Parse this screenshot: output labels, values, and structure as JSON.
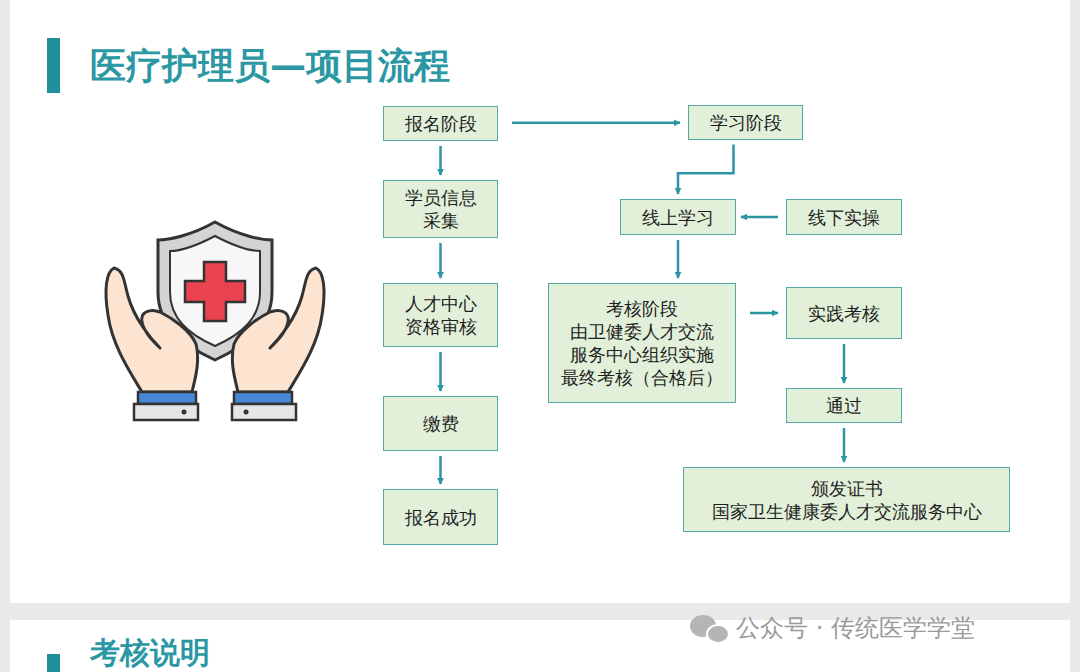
{
  "diagram": {
    "title": "医疗护理员—项目流程",
    "nodes": [
      {
        "text": [
          "报名阶段"
        ]
      },
      {
        "text": [
          "学习阶段"
        ]
      },
      {
        "text": [
          "学员信息 采集"
        ]
      },
      {
        "text": [
          "线上学习"
        ]
      },
      {
        "text": [
          "线下实操"
        ]
      },
      {
        "text": [
          "人才中心 资格审核"
        ]
      },
      {
        "text": [
          "考核阶段",
          "由卫健委人才交流 服务中心组织实施 最终考核（合格后）"
        ]
      },
      {
        "text": [
          "实践考核"
        ]
      },
      {
        "text": [
          "缴费"
        ]
      },
      {
        "text": [
          "通过"
        ]
      },
      {
        "text": [
          "颁发证书",
          "国家卫生健康委人才交流服务中心"
        ]
      },
      {
        "text": [
          "报名成功"
        ]
      }
    ],
    "edges": [
      {
        "from": 0,
        "to": 1,
        "arrow": "to"
      },
      {
        "from": 0,
        "to": 2,
        "arrow": "to"
      },
      {
        "from": 2,
        "to": 5,
        "arrow": "to"
      },
      {
        "from": 5,
        "to": 8,
        "arrow": "to"
      },
      {
        "from": 8,
        "to": 11,
        "arrow": "to"
      },
      {
        "from": 1,
        "to": 3,
        "arrow": "to"
      },
      {
        "from": 4,
        "to": 3,
        "arrow": "to"
      },
      {
        "from": 3,
        "to": 6,
        "arrow": "to"
      },
      {
        "from": 6,
        "to": 7,
        "arrow": "to"
      },
      {
        "from": 7,
        "to": 9,
        "arrow": "to"
      },
      {
        "from": 9,
        "to": 10,
        "arrow": "to"
      }
    ],
    "labels": [
      "公众号 · 传统医学学堂",
      "考核说明"
    ]
  }
}
